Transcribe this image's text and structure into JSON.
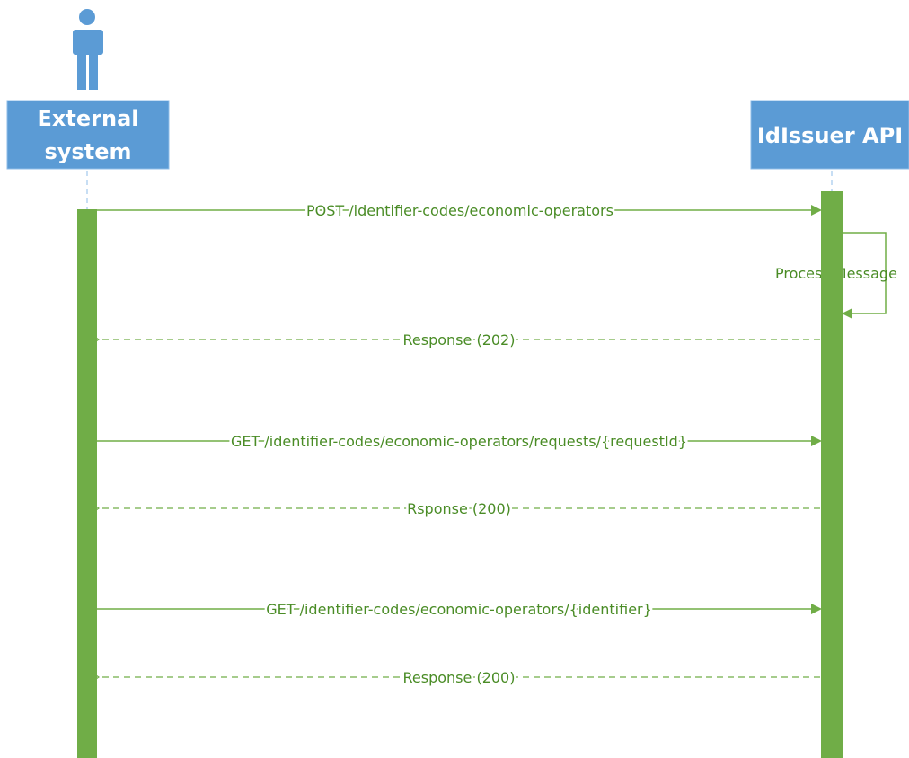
{
  "participants": {
    "external": {
      "line1": "External",
      "line2": "system",
      "icon": "actor-icon"
    },
    "api": {
      "label": "IdIssuer API"
    }
  },
  "messages": [
    {
      "label": "POST /identifier-codes/economic-operators",
      "kind": "request"
    },
    {
      "label": "Response (202)",
      "kind": "response"
    },
    {
      "label": "GET /identifier-codes/economic-operators/requests/{requestId}",
      "kind": "request"
    },
    {
      "label": "Rsponse (200)",
      "kind": "response"
    },
    {
      "label": "GET /identifier-codes/economic-operators/{identifier}",
      "kind": "request"
    },
    {
      "label": "Response (200)",
      "kind": "response"
    }
  ],
  "self_message": {
    "label": "Process Message"
  },
  "colors": {
    "participant_fill": "#5b9bd5",
    "participant_border": "#8fbde8",
    "activation_bar": "#70ad47",
    "message_line": "#70ad47",
    "message_text": "#4a8c26",
    "lifeline": "#8fbde8"
  }
}
